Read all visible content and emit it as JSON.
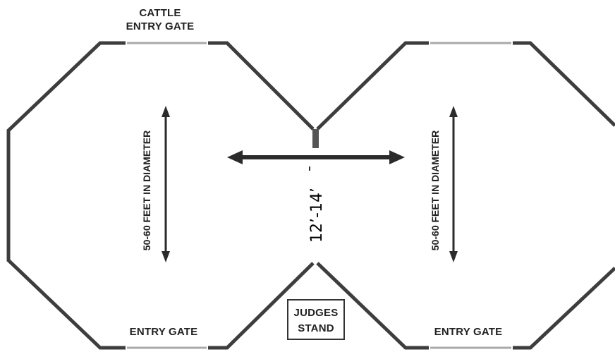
{
  "labels": {
    "cattle_entry_gate_line1": "CATTLE",
    "cattle_entry_gate_line2": "ENTRY GATE",
    "entry_gate_left": "ENTRY GATE",
    "entry_gate_right": "ENTRY GATE",
    "judges_stand_line1": "JUDGES",
    "judges_stand_line2": "STAND",
    "diameter_left": "50-60 FEET IN DIAMETER",
    "diameter_right": "50-60 FEET IN DIAMETER",
    "alley_width": "12’-14’"
  },
  "colors": {
    "wall": "#3d3d3d",
    "gate": "#a9a9a9",
    "arrow": "#2b2b2b",
    "background": "#ffffff"
  }
}
